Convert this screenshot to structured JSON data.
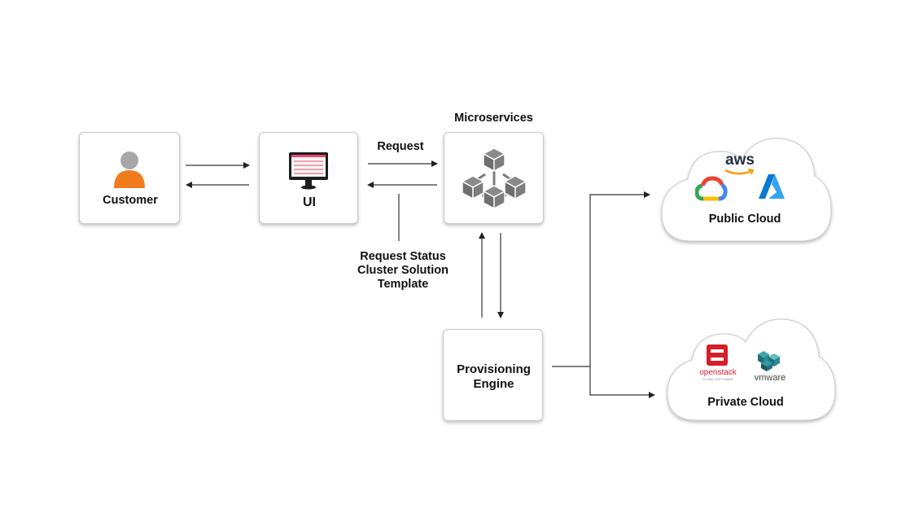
{
  "nodes": {
    "customer": {
      "label": "Customer"
    },
    "ui": {
      "label": "UI"
    },
    "microservices": {
      "label": "Microservices"
    },
    "provisioning": {
      "line1": "Provisioning",
      "line2": "Engine"
    },
    "public_cloud": {
      "label": "Public Cloud"
    },
    "private_cloud": {
      "label": "Private Cloud"
    }
  },
  "edges": {
    "request": "Request",
    "status_line1": "Request Status",
    "status_line2": "Cluster Solution",
    "status_line3": "Template"
  },
  "logos": {
    "aws": "aws",
    "openstack": "openstack",
    "openstack_sub": "CLOUD SOFTWARE",
    "vmware": "vmware"
  },
  "colors": {
    "customer_orange": "#f07c1c",
    "customer_gray": "#a7a7a7",
    "microservice_gray": "#7d7d7d",
    "aws_orange": "#ff9900",
    "azure_blue": "#0a78d4",
    "openstack_red": "#d61e27",
    "vmware_teal": "#3aa8a8"
  }
}
